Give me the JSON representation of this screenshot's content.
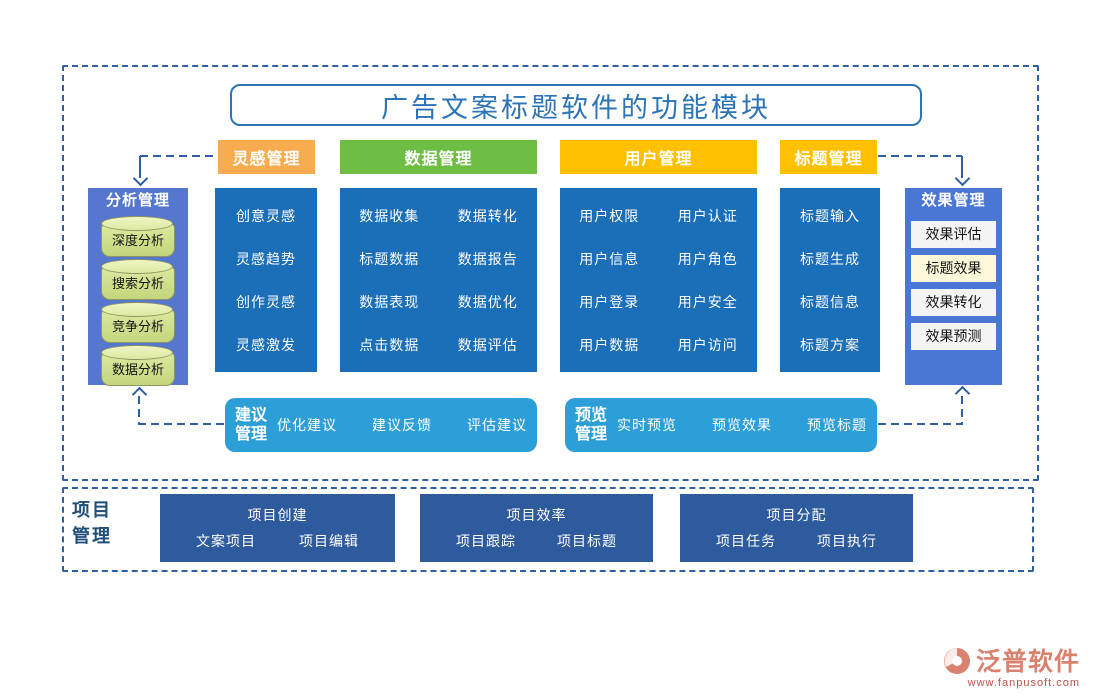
{
  "title": "广告文案标题软件的功能模块",
  "headers": {
    "inspiration": "灵感管理",
    "data": "数据管理",
    "user": "用户管理",
    "title": "标题管理"
  },
  "analysis_panel": {
    "title": "分析管理",
    "items": [
      "深度分析",
      "搜索分析",
      "竞争分析",
      "数据分析"
    ]
  },
  "effect_panel": {
    "title": "效果管理",
    "items": [
      "效果评估",
      "标题效果",
      "效果转化",
      "效果预测"
    ]
  },
  "columns": {
    "inspiration": [
      "创意灵感",
      "灵感趋势",
      "创作灵感",
      "灵感激发"
    ],
    "data": [
      [
        "数据收集",
        "数据转化"
      ],
      [
        "标题数据",
        "数据报告"
      ],
      [
        "数据表现",
        "数据优化"
      ],
      [
        "点击数据",
        "数据评估"
      ]
    ],
    "user": [
      [
        "用户权限",
        "用户认证"
      ],
      [
        "用户信息",
        "用户角色"
      ],
      [
        "用户登录",
        "用户安全"
      ],
      [
        "用户数据",
        "用户访问"
      ]
    ],
    "titles": [
      "标题输入",
      "标题生成",
      "标题信息",
      "标题方案"
    ]
  },
  "suggestion_bar": {
    "title_l1": "建议",
    "title_l2": "管理",
    "items": [
      "优化建议",
      "建议反馈",
      "评估建议"
    ]
  },
  "preview_bar": {
    "title_l1": "预览",
    "title_l2": "管理",
    "items": [
      "实时预览",
      "预览效果",
      "预览标题"
    ]
  },
  "project_section": {
    "label_l1": "项目",
    "label_l2": "管理",
    "groups": [
      {
        "title": "项目创建",
        "items": [
          "文案项目",
          "项目编辑"
        ]
      },
      {
        "title": "项目效率",
        "items": [
          "项目跟踪",
          "项目标题"
        ]
      },
      {
        "title": "项目分配",
        "items": [
          "项目任务",
          "项目执行"
        ]
      }
    ]
  },
  "logo": {
    "name": "泛普软件",
    "url": "www.fanpusoft.com"
  },
  "colors": {
    "frame_dash": "#2E5FA3",
    "column_blue": "#1B6EB8",
    "analysis_panel_blue": "#5577CE",
    "effect_panel_blue": "#4A77D4",
    "header_orange": "#F8AC4F",
    "header_green": "#6EBE45",
    "header_gold": "#FFC000",
    "bar_blue": "#2D9FD8",
    "project_navy": "#2E5B9E",
    "title_blue": "#2C74B6",
    "logo_salmon": "#D9826F"
  }
}
